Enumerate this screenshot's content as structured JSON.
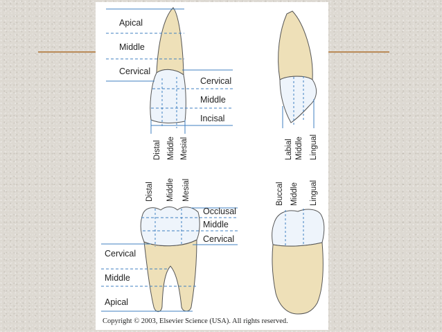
{
  "figure": {
    "incisor_facial": {
      "root_labels": [
        "Apical",
        "Middle",
        "Cervical"
      ],
      "crown_labels": [
        "Cervical",
        "Middle",
        "Incisal"
      ],
      "mesiodistal_labels": [
        "Distal",
        "Middle",
        "Mesial"
      ]
    },
    "incisor_proximal": {
      "labels": [
        "Labial",
        "Middle",
        "Lingual"
      ]
    },
    "molar_facial": {
      "mesiodistal_labels": [
        "Distal",
        "Middle",
        "Mesial"
      ],
      "crown_labels": [
        "Occlusal",
        "Middle",
        "Cervical"
      ],
      "root_labels": [
        "Cervical",
        "Middle",
        "Apical"
      ]
    },
    "molar_proximal": {
      "labels": [
        "Buccal",
        "Middle",
        "Lingual"
      ]
    },
    "copyright": "Copyright © 2003, Elsevier Science (USA).  All rights reserved."
  },
  "colors": {
    "root": "#eee0b8",
    "crown": "#eef4fb",
    "guide_line": "#3f7fc0",
    "outline": "#555555",
    "accent_rule": "#b98a57"
  }
}
